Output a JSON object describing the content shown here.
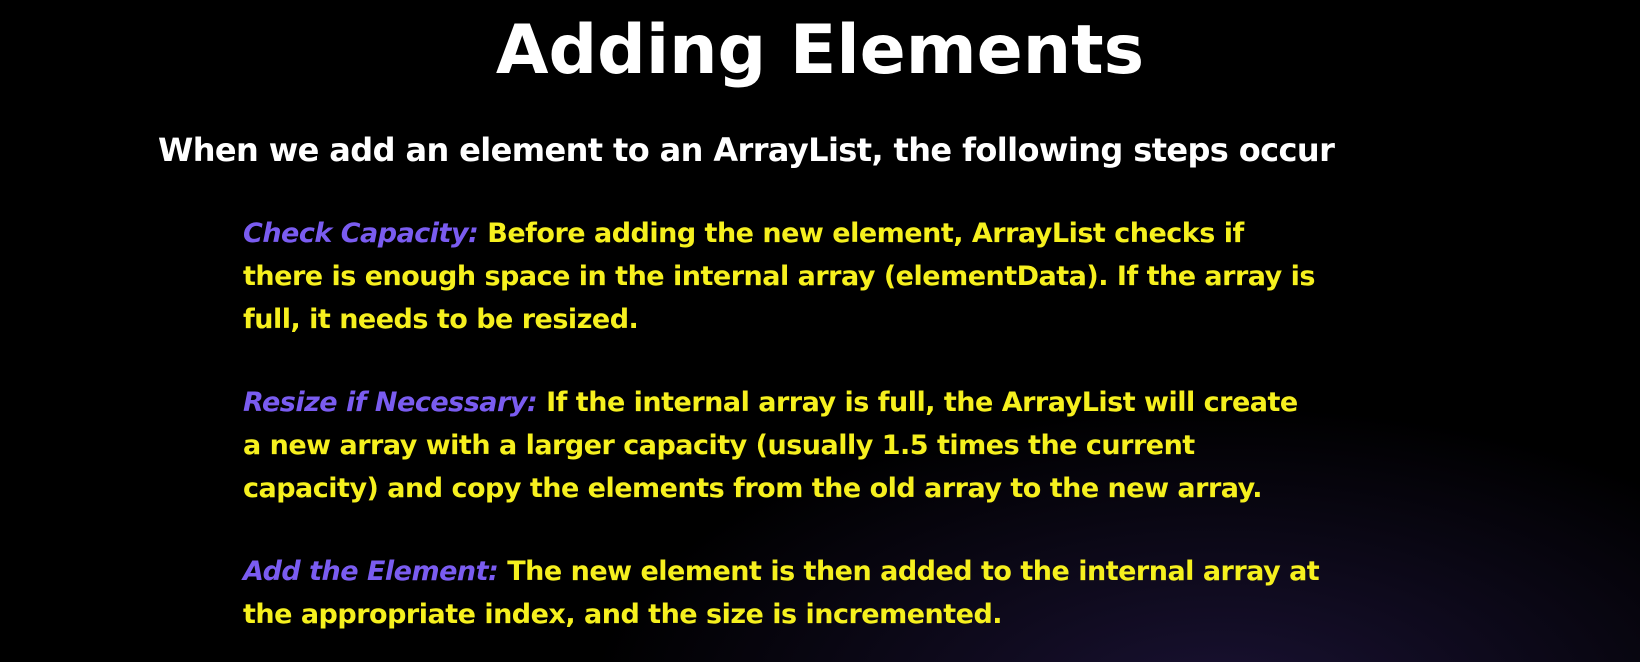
{
  "slide": {
    "title": "Adding Elements",
    "subtitle": "When we add an element to an ArrayList, the following steps occur",
    "steps": [
      {
        "term": "Check Capacity:",
        "lines": [
          " Before adding the new element, ArrayList checks if",
          "there is enough space in the internal array (elementData). If the array is",
          "full, it needs to be resized."
        ]
      },
      {
        "term": "Resize if Necessary:",
        "lines": [
          " If the internal array is full, the ArrayList will create",
          "a new array with a larger capacity (usually 1.5 times the current",
          "capacity) and copy the elements from the old array to the new array."
        ]
      },
      {
        "term": "Add the Element:",
        "lines": [
          " The new element is then added to the internal array at",
          "the appropriate index, and the size is incremented."
        ]
      }
    ]
  },
  "colors": {
    "background": "#000000",
    "title": "#ffffff",
    "term": "#7a5cf0",
    "body_text": "#f6f01e"
  }
}
